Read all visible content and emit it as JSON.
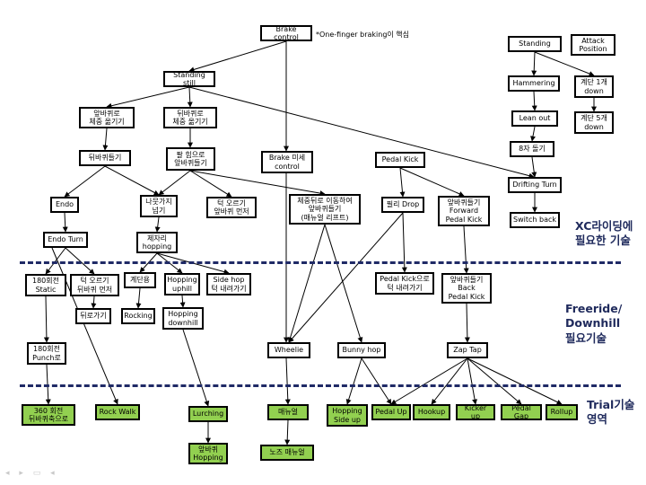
{
  "nodes": {
    "brake_control": "Brake control",
    "standing_still": "Standing still",
    "front_weight": "앞바퀴로\n체중 옮기기",
    "rear_weight": "뒤바퀴로\n체중 옮기기",
    "rear_lift": "뒤바퀴들기",
    "arm_front_lift": "팔 힘으로\n앞바퀴들기",
    "brake_fine": "Brake 미세\ncontrol",
    "pedal_kick": "Pedal Kick",
    "endo": "Endo",
    "log_over": "나뭇가지\n넘기",
    "step_up_front": "턱 오르기\n앞바퀴 먼저",
    "manual_lift": "체중뒤로 이동하여\n앞바퀴들기\n(매뉴얼 리프트)",
    "drop": "필리 Drop",
    "forward_pedal_kick": "앞바퀴들기\nForward\nPedal Kick",
    "endo_turn": "Endo Turn",
    "hopping_place": "제자리\nhopping",
    "static_180": "180회전\nStatic",
    "step_up_rear": "턱 오르기\n뒤바퀴 먼저",
    "stairs": "계단용",
    "hopping_uphill": "Hopping\nuphill",
    "side_hop": "Side hop\n턱 내려가기",
    "pedal_kick_down": "Pedal Kick으로\n턱 내려가기",
    "back_pedal_kick": "앞바퀴들기\nBack\nPedal Kick",
    "go_back": "뒤로가기",
    "rocking": "Rocking",
    "hopping_downhill": "Hopping\ndownhill",
    "punch_180": "180회전\nPunch로",
    "wheelie": "Wheelie",
    "bunny_hop": "Bunny hop",
    "zap_tap": "Zap Tap",
    "rear_360": "360 회전\n뒤바퀴축으로",
    "rock_walk": "Rock Walk",
    "lurching": "Lurching",
    "manual": "매뉴얼",
    "hopping_side_up": "Hopping\nSide up",
    "pedal_up": "Pedal Up",
    "hookup": "Hookup",
    "kicker_up": "Kicker up",
    "pedal_gap": "Pedal Gap",
    "rollup": "Rollup",
    "front_hopping": "앞바퀴\nHopping",
    "nose_manual": "노즈 매뉴얼",
    "standing": "Standing",
    "hammering": "Hammering",
    "lean_out": "Lean out",
    "figure8": "8자 돌기",
    "drifting_turn": "Drifting Turn",
    "switch_back": "Switch back",
    "attack_position": "Attack\nPosition",
    "stairs_1": "계단 1개\ndown",
    "stairs_5": "계단 5개\ndown"
  },
  "note": "*One-finger braking이 핵심",
  "sections": {
    "xc": "XC라이딩에\n필요한 기술",
    "freeride": "Freeride/\nDownhill\n필요기술",
    "trial": "Trial기술\n영역"
  },
  "colors": {
    "trial_node": "#92d050",
    "divider": "#1f2a66",
    "section_text": "#1f2a5c"
  },
  "nav_glyphs": "◂ ▸ ▭ ◂"
}
